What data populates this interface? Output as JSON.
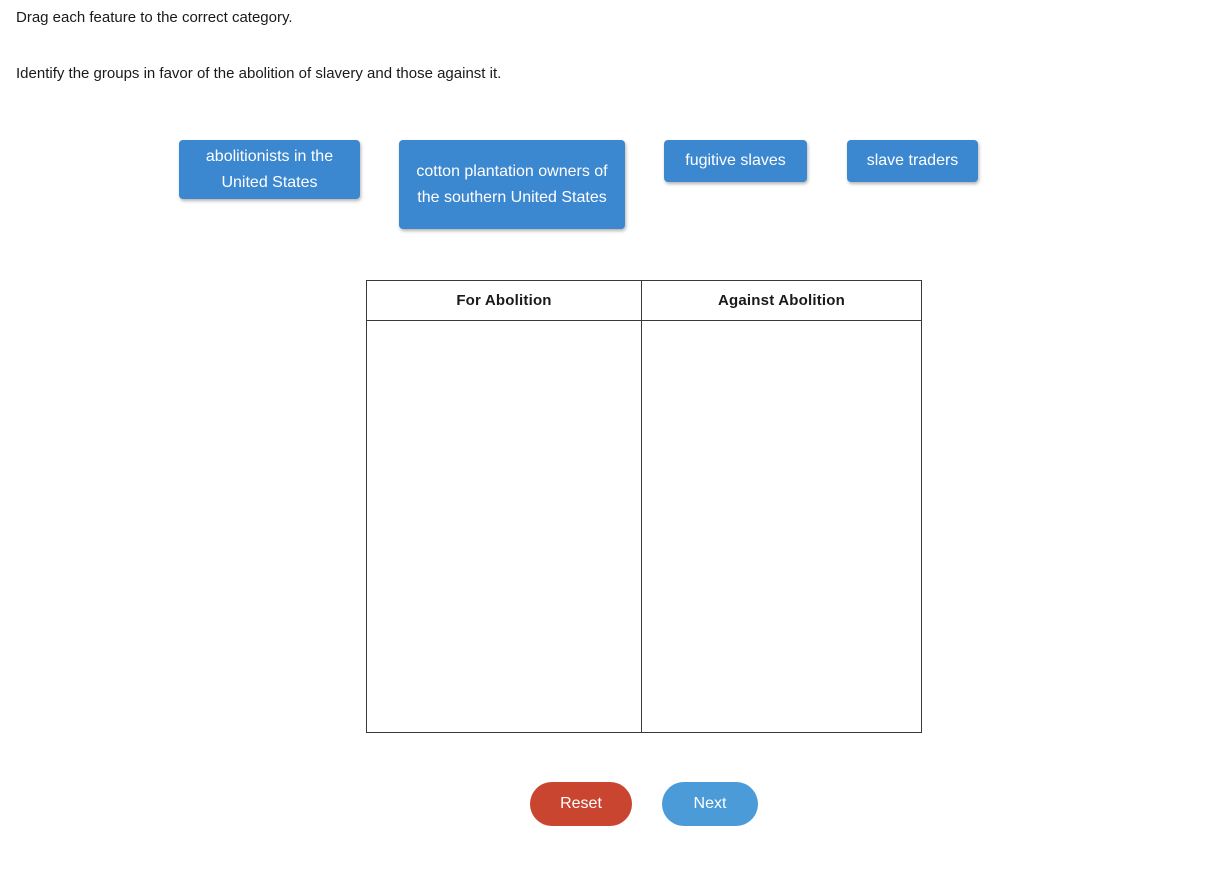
{
  "instructions": {
    "line1": "Drag each feature to the correct category.",
    "line2": "Identify the groups in favor of the abolition of slavery and those against it."
  },
  "tiles": [
    {
      "label": "abolitionists in the United States"
    },
    {
      "label": "cotton plantation owners of the southern United States"
    },
    {
      "label": "fugitive slaves"
    },
    {
      "label": "slave traders"
    }
  ],
  "table": {
    "columns": [
      {
        "header": "For Abolition",
        "items": []
      },
      {
        "header": "Against Abolition",
        "items": []
      }
    ]
  },
  "buttons": {
    "reset_label": "Reset",
    "next_label": "Next"
  },
  "colors": {
    "tile_blue": "#3b87d0",
    "reset_red": "#c9452f",
    "next_blue": "#4a9bd8",
    "table_border": "#3a3a3a",
    "text": "#1a1a1a",
    "page_background": "#ffffff"
  }
}
